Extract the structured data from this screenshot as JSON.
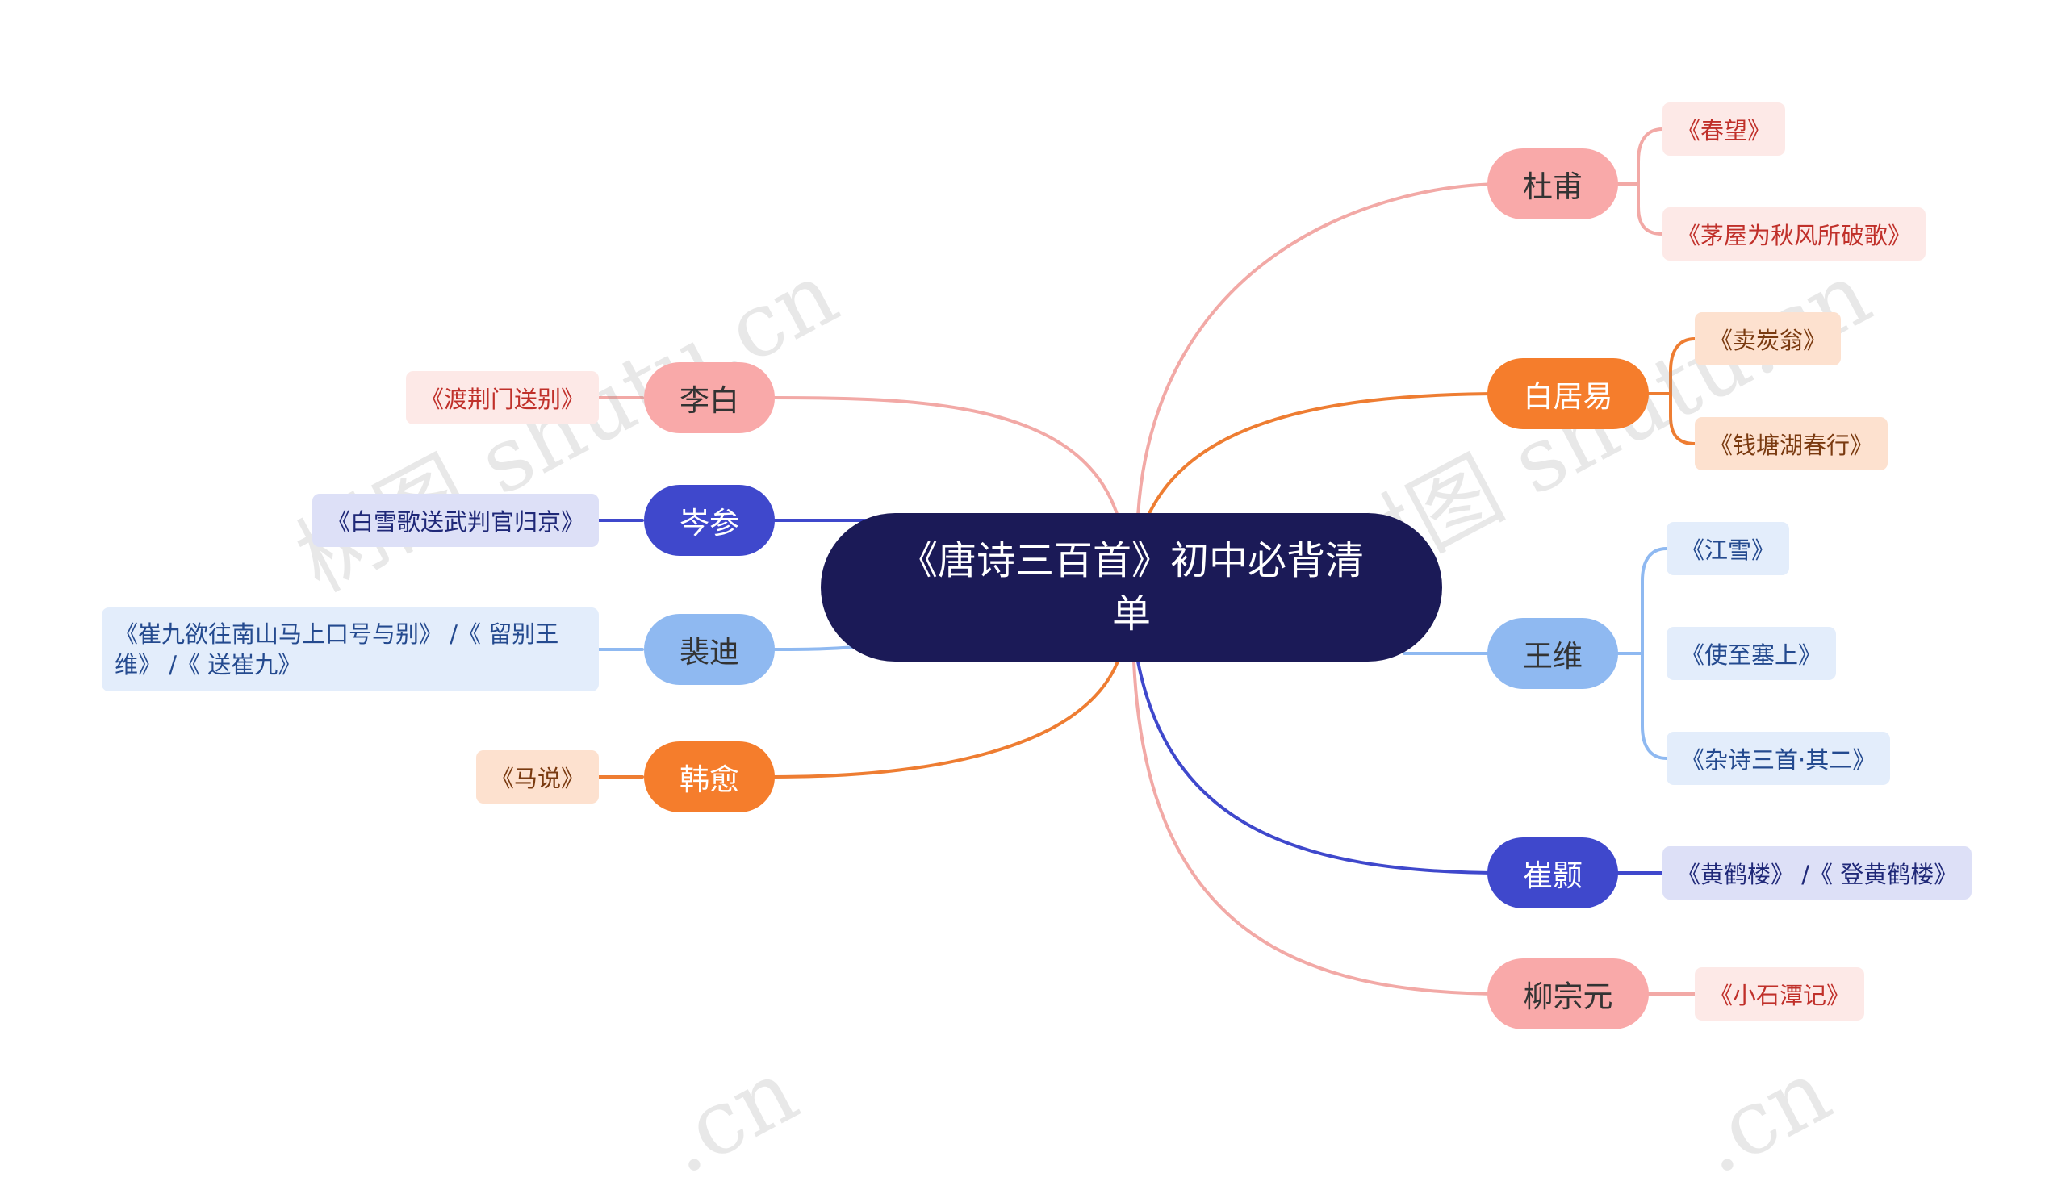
{
  "title": "《唐诗三百首》初中必背清单",
  "watermark": "树图 shutu.cn",
  "watermark_partial": ".cn",
  "colors": {
    "pink": "#f2a9a6",
    "orange": "#ee7d32",
    "indigo": "#3f48cc",
    "blue": "#8fb9f1",
    "center": "#1b1a57"
  },
  "authors": {
    "dufu": {
      "name": "杜甫",
      "works": [
        "《春望》",
        "《茅屋为秋风所破歌》"
      ]
    },
    "baijuyi": {
      "name": "白居易",
      "works": [
        "《卖炭翁》",
        "《钱塘湖春行》"
      ]
    },
    "wangwei": {
      "name": "王维",
      "works": [
        "《江雪》",
        "《使至塞上》",
        "《杂诗三首·其二》"
      ]
    },
    "cuihao": {
      "name": "崔颢",
      "works": [
        "《黄鹤楼》 /《 登黄鹤楼》"
      ]
    },
    "liuzongyuan": {
      "name": "柳宗元",
      "works": [
        "《小石潭记》"
      ]
    },
    "libai": {
      "name": "李白",
      "works": [
        "《渡荆门送别》"
      ]
    },
    "censhen": {
      "name": "岑参",
      "works": [
        "《白雪歌送武判官归京》"
      ]
    },
    "peidi": {
      "name": "裴迪",
      "works": [
        "《崔九欲往南山马上口号与别》 /《 留别王维》 /《 送崔九》"
      ]
    },
    "hanyu": {
      "name": "韩愈",
      "works": [
        "《马说》"
      ]
    }
  }
}
